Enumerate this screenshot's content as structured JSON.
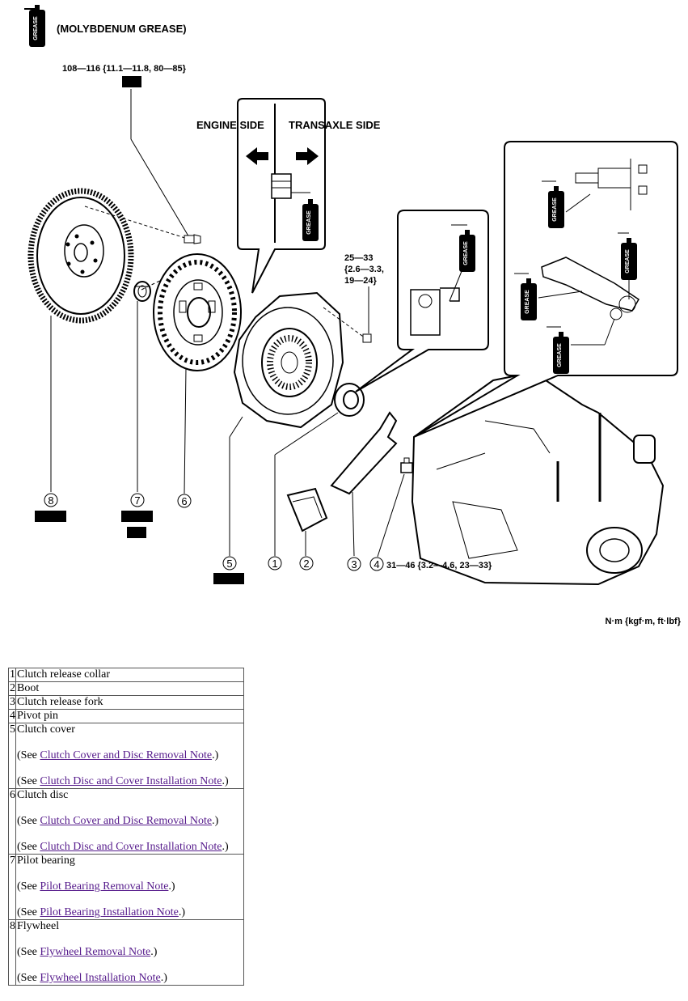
{
  "legend": {
    "icon": "grease-can-icon",
    "icon_text": "GREASE",
    "label": "(MOLYBDENUM GREASE)"
  },
  "torque": {
    "flywheel_bolt": "108—116 {11.1—11.8, 80—85}",
    "cover_bolt_line1": "25—33",
    "cover_bolt_line2": "{2.6—3.3,",
    "cover_bolt_line3": "19—24}",
    "pivot_pin": "31—46 {3.2—4.6, 23—33}",
    "units": "N·m {kgf·m, ft·lbf}"
  },
  "detail": {
    "engine_side": "ENGINE SIDE",
    "transaxle_side": "TRANSAXLE SIDE"
  },
  "callouts": [
    "1",
    "2",
    "3",
    "4",
    "5",
    "6",
    "7",
    "8"
  ],
  "parts": [
    {
      "num": "1",
      "name": "Clutch release collar",
      "notes": []
    },
    {
      "num": "2",
      "name": "Boot",
      "notes": []
    },
    {
      "num": "3",
      "name": "Clutch release fork",
      "notes": []
    },
    {
      "num": "4",
      "name": "Pivot pin",
      "notes": []
    },
    {
      "num": "5",
      "name": "Clutch cover",
      "notes": [
        {
          "prefix": "(See ",
          "link": "Clutch Cover and Disc Removal Note",
          "suffix": ".)"
        },
        {
          "prefix": "(See ",
          "link": "Clutch Disc and Cover Installation Note",
          "suffix": ".)"
        }
      ]
    },
    {
      "num": "6",
      "name": "Clutch disc",
      "notes": [
        {
          "prefix": "(See ",
          "link": "Clutch Cover and Disc Removal Note",
          "suffix": ".)"
        },
        {
          "prefix": "(See ",
          "link": "Clutch Disc and Cover Installation Note",
          "suffix": ".)"
        }
      ]
    },
    {
      "num": "7",
      "name": "Pilot bearing",
      "notes": [
        {
          "prefix": "(See ",
          "link": "Pilot Bearing Removal Note",
          "suffix": ".)"
        },
        {
          "prefix": "(See ",
          "link": "Pilot Bearing Installation Note",
          "suffix": ".)"
        }
      ]
    },
    {
      "num": "8",
      "name": "Flywheel",
      "notes": [
        {
          "prefix": "(See ",
          "link": "Flywheel Removal Note",
          "suffix": ".)"
        },
        {
          "prefix": "(See ",
          "link": "Flywheel Installation Note",
          "suffix": ".)"
        }
      ]
    }
  ]
}
